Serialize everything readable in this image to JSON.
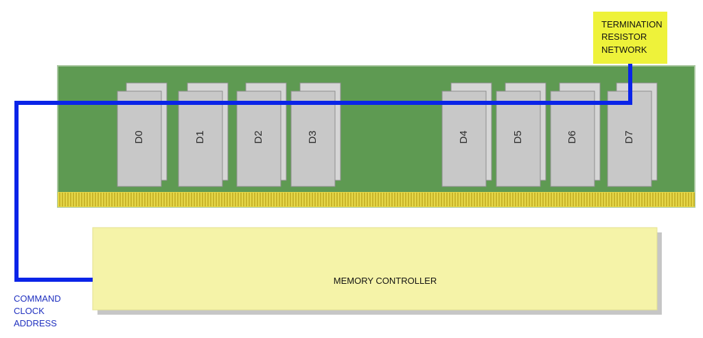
{
  "colors": {
    "pcb": "#5e9a52",
    "pcb_border": "#a9c7a0",
    "connector_fill": "#e6d84a",
    "connector_pin": "#c9b52a",
    "chip_front": "#c8c8c8",
    "chip_back": "#d6d6d6",
    "chip_border": "#8d8d8d",
    "controller_fill": "#f5f3a8",
    "controller_shadow": "#c6c6c6",
    "termination_fill": "#eef23a",
    "bus_line": "#0a24e8",
    "bus_text": "#1e2fbf"
  },
  "termination": {
    "lines": [
      "TERMINATION",
      "RESISTOR",
      "NETWORK"
    ]
  },
  "controller": {
    "label": "MEMORY CONTROLLER"
  },
  "bus_label": {
    "lines": [
      "COMMAND",
      "CLOCK",
      "ADDRESS"
    ]
  },
  "chips": [
    {
      "label": "D0"
    },
    {
      "label": "D1"
    },
    {
      "label": "D2"
    },
    {
      "label": "D3"
    },
    {
      "label": "D4"
    },
    {
      "label": "D5"
    },
    {
      "label": "D6"
    },
    {
      "label": "D7"
    }
  ]
}
